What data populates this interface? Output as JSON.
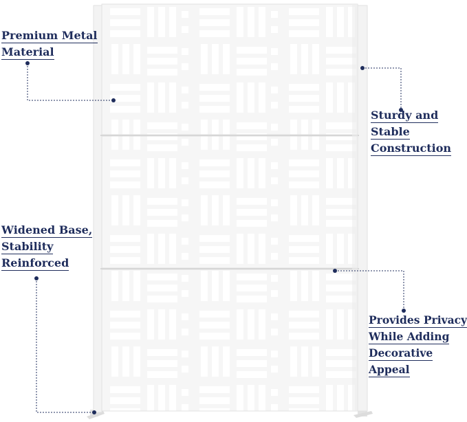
{
  "colors": {
    "label_text": "#1f2d5c",
    "leader_line": "#1f2d5c",
    "panel": "#f8f8f8",
    "panel_edge": "#d9d9d9",
    "cutout": "#ffffff"
  },
  "callouts": {
    "premium_metal": {
      "line1": "Premium Metal",
      "line2": "Material"
    },
    "sturdy": {
      "line1": "Sturdy and",
      "line2": "Stable",
      "line3": "Construction"
    },
    "widened_base": {
      "line1": "Widened Base,",
      "line2": "Stability",
      "line3": "Reinforced"
    },
    "privacy": {
      "line1": "Provides Privacy",
      "line2": "While Adding",
      "line3": "Decorative",
      "line4": "Appeal"
    }
  }
}
